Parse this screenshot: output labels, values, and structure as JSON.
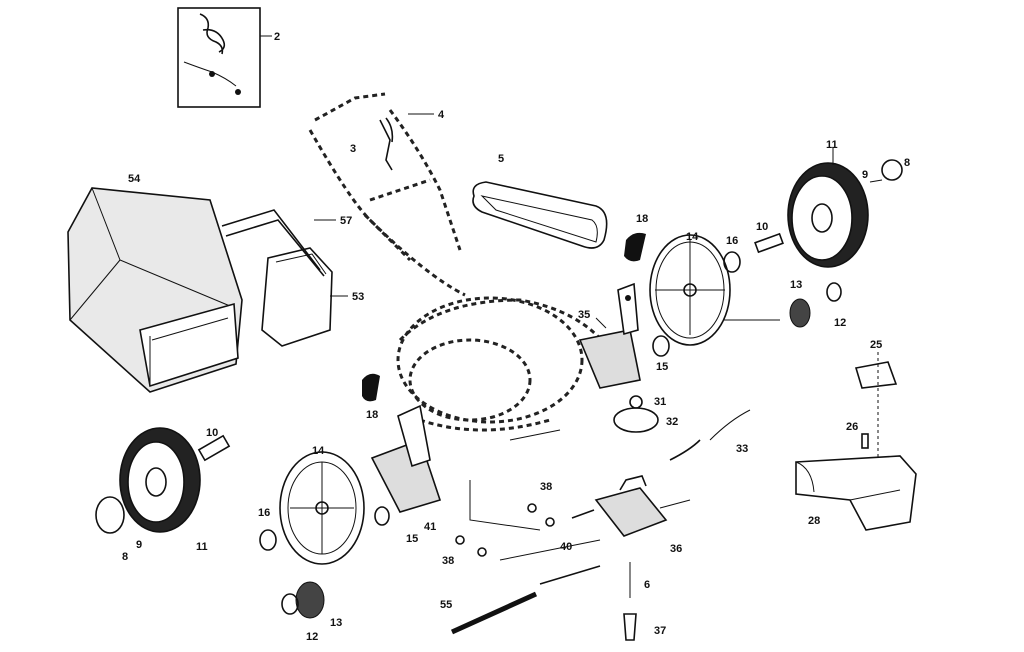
{
  "diagram": {
    "part_numbers": {
      "p2": "2",
      "p4": "4",
      "p3": "3",
      "p5": "5",
      "p11a": "11",
      "p9a": "9",
      "p8a": "8",
      "p54": "54",
      "p57": "57",
      "p53": "53",
      "p18a": "18",
      "p14a": "14",
      "p16a": "16",
      "p10a": "10",
      "p35": "35",
      "p15a": "15",
      "p13a": "13",
      "p12a": "12",
      "p25": "25",
      "p31": "31",
      "p32": "32",
      "p18b": "18",
      "p10b": "10",
      "p14b": "14",
      "p26": "26",
      "p33": "33",
      "p38a": "38",
      "p16b": "16",
      "p41": "41",
      "p15b": "15",
      "p28": "28",
      "p40": "40",
      "p36": "36",
      "p8b": "8",
      "p9b": "9",
      "p11b": "11",
      "p38b": "38",
      "p6": "6",
      "p55": "55",
      "p12b": "12",
      "p13b": "13",
      "p37": "37"
    }
  }
}
